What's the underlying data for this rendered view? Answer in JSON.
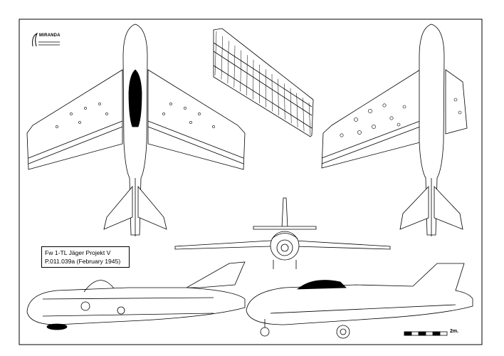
{
  "logo": {
    "text": "MIRANDA"
  },
  "caption": {
    "line1": "Fw 1-TL Jäger Projekt V",
    "line2": "P.011.039a (February 1945)"
  },
  "scale": {
    "label": "2m."
  },
  "colors": {
    "line": "#000000",
    "background": "#ffffff",
    "canopy": "#000000"
  }
}
